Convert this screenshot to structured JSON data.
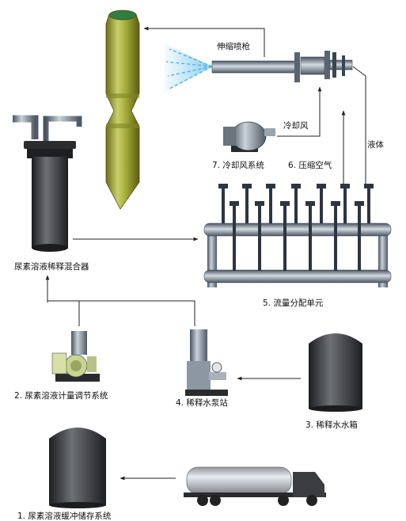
{
  "labels": {
    "lance": "伸缩喷枪",
    "cooling_air": "冷却风",
    "liquid": "液体",
    "cooling_fan": "7. 冷却风系统",
    "compressed_air": "6. 压缩空气",
    "mixer": "尿素溶液稀释混合器",
    "distribution": "5. 流量分配单元",
    "metering": "2. 尿素溶液计量调节系统",
    "pump_station": "4. 稀释水泵站",
    "water_tank": "3. 稀释水水箱",
    "storage": "1. 尿素溶液缓冲储存系统"
  },
  "colors": {
    "line": "#222222",
    "steel_light": "#b8c2cc",
    "steel_dark": "#3a4552",
    "furnace_green": "#a6ac3c",
    "tank_dark": "#2e2f31",
    "spray": "#6fc3ea"
  }
}
